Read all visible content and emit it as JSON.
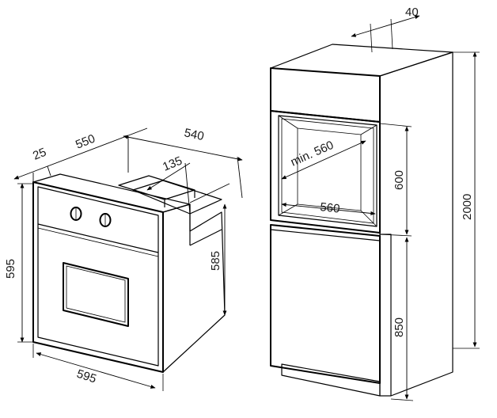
{
  "dimensions": {
    "oven_depth_top": "550",
    "oven_panel_offset": "25",
    "niche_depth_top": "540",
    "vent_offset": "135",
    "oven_height_front": "595",
    "oven_height_body": "585",
    "oven_width_front": "595",
    "cabinet_top_depth": "40",
    "niche_width_min": "min. 560",
    "niche_width_bottom": "560",
    "niche_height": "600",
    "cabinet_height": "2000",
    "base_height": "850"
  }
}
